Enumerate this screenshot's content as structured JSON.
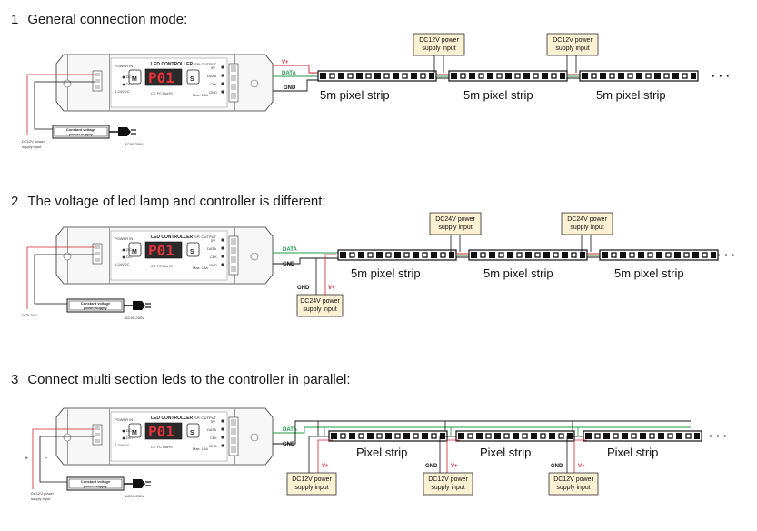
{
  "sections": [
    {
      "number": "1",
      "title": "General connection mode:",
      "controller": {
        "title": "LED CONTROLLER",
        "power_in": "POWER IN",
        "terminals_in": [
          "DC+",
          "DC-"
        ],
        "voltage": "5-24VDC",
        "spi_output": "SPI OUTPUT",
        "outputs": [
          "5V",
          "DATA",
          "CLK",
          "GND"
        ],
        "display": "P01",
        "button_m": "M",
        "button_s": "S",
        "cert": "CE FC RoHS",
        "max": "Max. 10A"
      },
      "input_supply": {
        "box": [
          "Constant voltage",
          "power supply"
        ],
        "ac": "AC90-250V",
        "dc": [
          "DC12V power",
          "supply input"
        ]
      },
      "wires": [
        "V+",
        "DATA",
        "GND"
      ],
      "strips": [
        "5m pixel strip",
        "5m pixel strip",
        "5m pixel strip"
      ],
      "extra_supplies": [
        [
          "DC12V power",
          "supply input"
        ],
        [
          "DC12V power",
          "supply input"
        ]
      ],
      "ellipsis": "· · ·"
    },
    {
      "number": "2",
      "title": "The voltage of led lamp and controller is different:",
      "controller": {
        "title": "LED CONTROLLER",
        "power_in": "POWER IN",
        "terminals_in": [
          "DC+",
          "DC-"
        ],
        "voltage": "5-24VDC",
        "spi_output": "SPI OUTPUT",
        "outputs": [
          "5V",
          "DATA",
          "CLK",
          "GND"
        ],
        "display": "P01",
        "button_m": "M",
        "button_s": "S",
        "cert": "CE FC RoHS",
        "max": "Max. 10A"
      },
      "input_supply": {
        "box": [
          "Constant voltage",
          "power supply"
        ],
        "ac": "AC90-250V",
        "dc": [
          "DC5-24V"
        ]
      },
      "wires": [
        "DATA",
        "GND"
      ],
      "strip_supply_wires": [
        "GND",
        "V+"
      ],
      "strips": [
        "5m pixel strip",
        "5m pixel strip",
        "5m pixel strip"
      ],
      "strip_supply": [
        "DC24V power",
        "supply input"
      ],
      "extra_supplies": [
        [
          "DC24V power",
          "supply input"
        ],
        [
          "DC24V power",
          "supply input"
        ]
      ],
      "ellipsis": "· · ·"
    },
    {
      "number": "3",
      "title": "Connect multi section leds to the controller in parallel:",
      "controller": {
        "title": "LED CONTROLLER",
        "power_in": "POWER IN",
        "terminals_in": [
          "DC+",
          "DC-"
        ],
        "voltage": "5-24VDC",
        "spi_output": "SPI OUTPUT",
        "outputs": [
          "5V",
          "DATA",
          "CLK",
          "GND"
        ],
        "display": "P01",
        "button_m": "M",
        "button_s": "S",
        "cert": "CE FC RoHS",
        "max": "Max. 10A"
      },
      "input_supply": {
        "box": [
          "Constant voltage",
          "power supply"
        ],
        "ac": "AC90-250V",
        "dc": [
          "DC12V power",
          "supply input"
        ],
        "polarity": [
          "+",
          "-"
        ]
      },
      "wires": [
        "DATA",
        "GND"
      ],
      "strips": [
        "Pixel strip",
        "Pixel strip",
        "Pixel strip"
      ],
      "supplies": [
        {
          "gnd": "",
          "vplus": "V+",
          "text": [
            "DC12V power",
            "supply input"
          ]
        },
        {
          "gnd": "GND",
          "vplus": "V+",
          "text": [
            "DC12V power",
            "supply input"
          ]
        },
        {
          "gnd": "GND",
          "vplus": "V+",
          "text": [
            "DC12V power",
            "supply input"
          ]
        }
      ],
      "ellipsis": "· · ·"
    }
  ],
  "colors": {
    "red": "#d0252e",
    "green": "#1f9a4a",
    "black": "#111111",
    "psu_fill": "#fdf1d3"
  }
}
